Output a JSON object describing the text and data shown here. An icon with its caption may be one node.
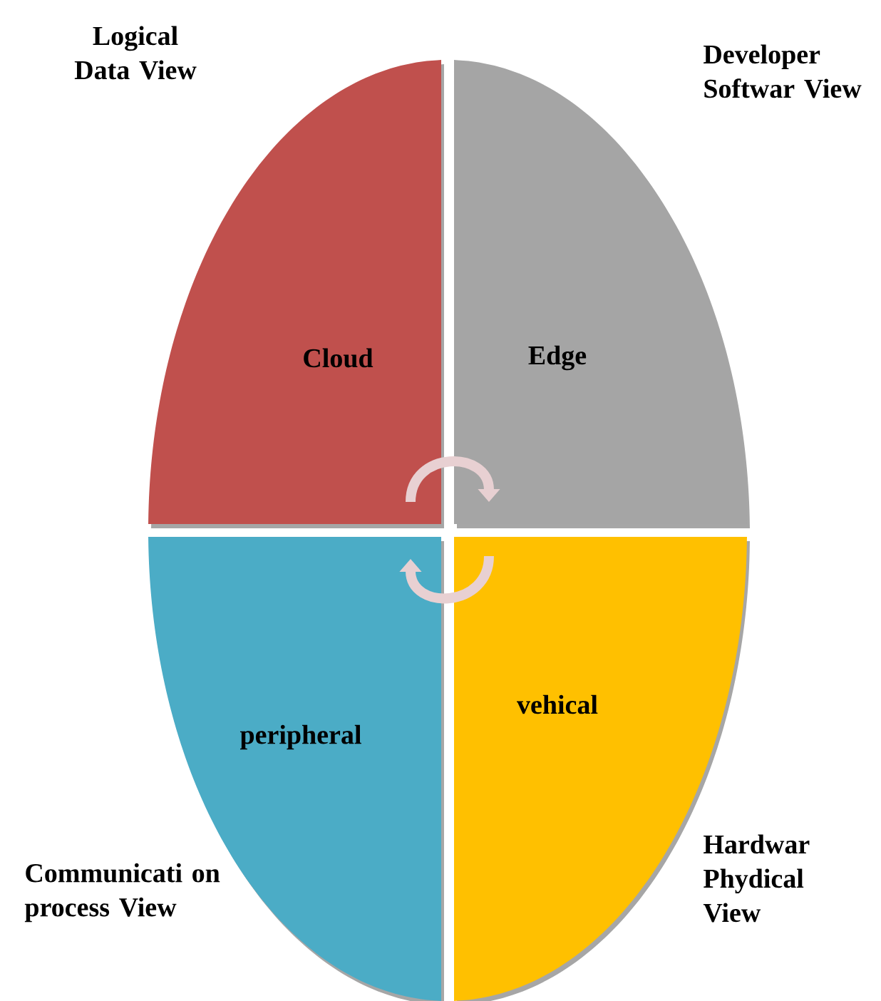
{
  "diagram": {
    "nodes": [
      {
        "text": [
          "Cloud"
        ]
      },
      {
        "text": [
          "Edge"
        ]
      },
      {
        "text": [
          "peripheral"
        ]
      },
      {
        "text": [
          "vehical"
        ]
      }
    ],
    "edges": [
      {
        "from": 0,
        "to": 1,
        "arrow": "to"
      },
      {
        "from": 3,
        "to": 2,
        "arrow": "to"
      }
    ],
    "labels": [
      "Logical Data View",
      "Developer Softwar View",
      "Communicati on process View",
      "Hardwar Phydical View"
    ]
  }
}
